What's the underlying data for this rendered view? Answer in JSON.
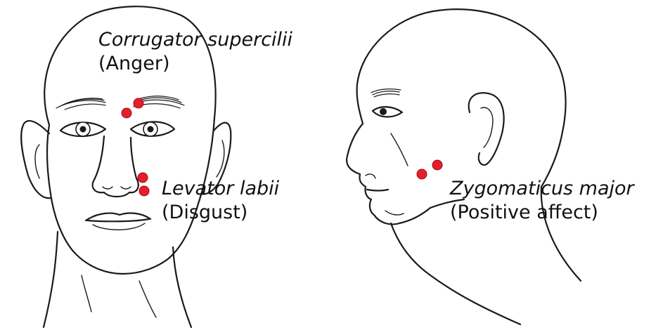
{
  "labels": {
    "corrugator": {
      "muscle": "Corrugator supercilii",
      "emotion": "(Anger)"
    },
    "levator": {
      "muscle": "Levator labii",
      "emotion": "(Disgust)"
    },
    "zygomaticus": {
      "muscle": "Zygomaticus major",
      "emotion": "(Positive affect)"
    }
  },
  "colors": {
    "electrode": "#e2202c",
    "line_art": "#1a1a1a",
    "background": "#ffffff"
  }
}
